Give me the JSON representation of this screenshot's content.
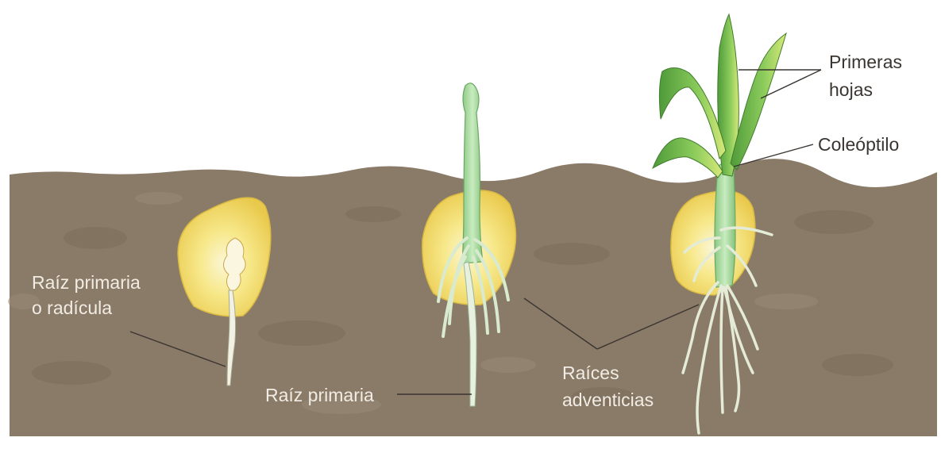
{
  "labels": {
    "primeras_hojas": [
      "Primeras",
      "hojas"
    ],
    "coleoptilo": "Coleóptilo",
    "raiz_primaria_radicula": [
      "Raíz primaria",
      "o radícula"
    ],
    "raiz_primaria": "Raíz primaria",
    "raices_adventicias": [
      "Raíces",
      "adventicias"
    ]
  },
  "colors": {
    "soil": "#8a7a68",
    "soil_dark": "#776856",
    "seed_yellow": "#f6e27a",
    "seed_core": "#f4f0c8",
    "stem_green": "#a8d8a0",
    "leaf_green": "#6fb356",
    "root_light": "#e8f0e0"
  }
}
